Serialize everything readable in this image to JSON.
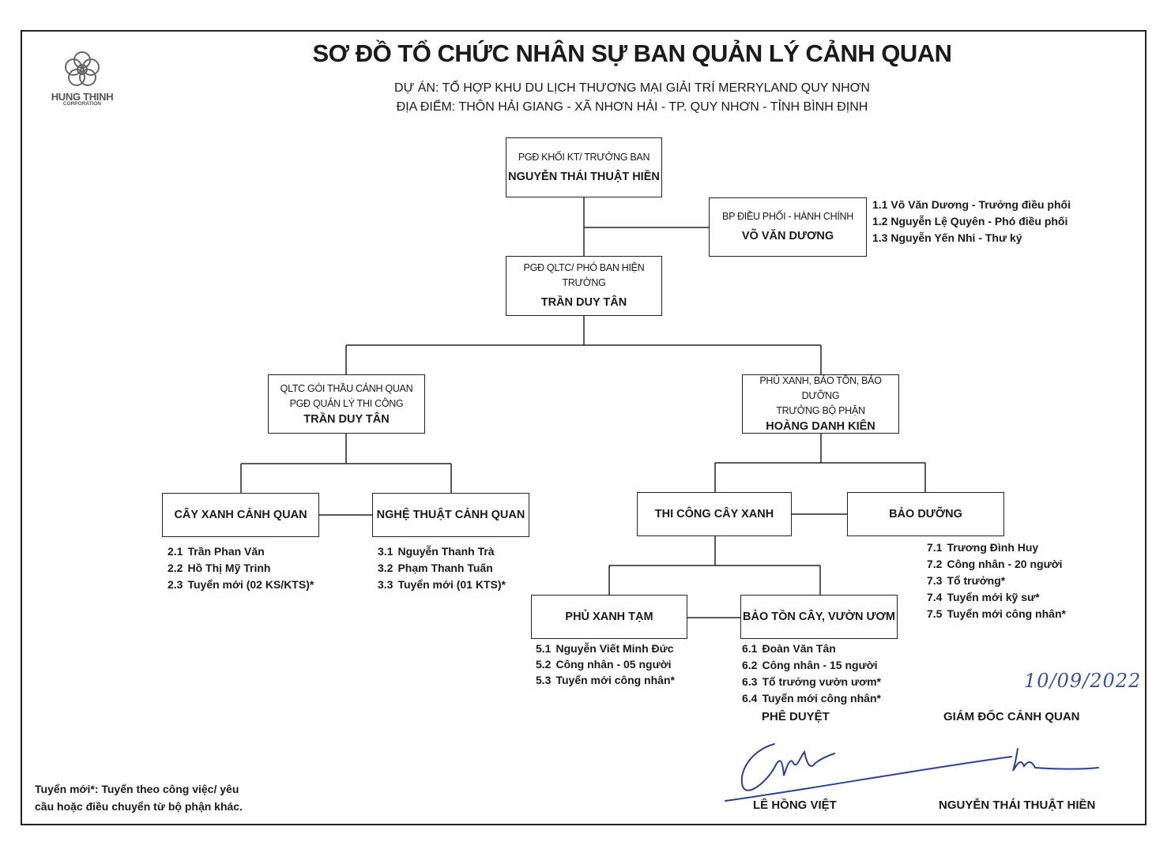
{
  "title": "SƠ ĐỒ TỔ CHỨC NHÂN SỰ BAN QUẢN LÝ CẢNH QUAN",
  "subtitle_project": "DỰ ÁN: TỔ HỢP KHU DU LỊCH THƯƠNG MẠI GIẢI TRÍ MERRYLAND QUY NHƠN",
  "subtitle_location": "ĐỊA ĐIỂM: THÔN HẢI GIANG - XÃ NHƠN HẢI - TP. QUY NHƠN - TỈNH BÌNH ĐỊNH",
  "logo": {
    "name": "HUNG THINH",
    "tagline": "CORPORATION"
  },
  "nodes": {
    "head": {
      "role": "PGĐ KHỐI KT/ TRƯỞNG BAN",
      "name": "NGUYỄN THÁI THUẬT HIỀN"
    },
    "coord": {
      "role": "BP ĐIỀU PHỐI - HÀNH CHÍNH",
      "name": "VÕ VĂN DƯƠNG"
    },
    "deputy": {
      "role": "PGĐ QLTC/ PHÓ BAN HIỆN TRƯỜNG",
      "name": "TRẦN DUY TÂN"
    },
    "landscape": {
      "role1": "QLTC GÓI THẦU CẢNH QUAN",
      "role2": "PGĐ QUẢN LÝ THI CÔNG",
      "name": "TRẦN DUY TÂN"
    },
    "greening": {
      "role1": "PHỦ XANH, BẢO TỒN, BẢO DƯỠNG",
      "role2": "TRƯỞNG BỘ PHẬN",
      "name": "HOÀNG DANH KIÊN"
    },
    "trees": {
      "label": "CÂY XANH CẢNH QUAN"
    },
    "art": {
      "label": "NGHỆ THUẬT CẢNH QUAN"
    },
    "construct": {
      "label": "THI CÔNG CÂY XANH"
    },
    "maint": {
      "label": "BẢO DƯỠNG"
    },
    "temp": {
      "label": "PHỦ XANH TẠM"
    },
    "nursery": {
      "label": "BẢO TỒN CÂY, VƯỜN ƯƠM"
    }
  },
  "lists": {
    "coord": [
      {
        "num": "",
        "text": "1.1 Võ Văn Dương - Trưởng điều phối"
      },
      {
        "num": "",
        "text": "1.2 Nguyễn Lệ Quyên - Phó điều phối"
      },
      {
        "num": "",
        "text": "1.3 Nguyễn Yến Nhi - Thư ký"
      }
    ],
    "trees": [
      {
        "num": "2.1",
        "text": "Trần Phan Văn"
      },
      {
        "num": "2.2",
        "text": "Hồ Thị Mỹ Trinh"
      },
      {
        "num": "2.3",
        "text": "Tuyển mới (02 KS/KTS)*"
      }
    ],
    "art": [
      {
        "num": "3.1",
        "text": "Nguyễn Thanh Trà"
      },
      {
        "num": "3.2",
        "text": "Phạm Thanh Tuấn"
      },
      {
        "num": "3.3",
        "text": "Tuyển mới (01 KTS)*"
      }
    ],
    "temp": [
      {
        "num": "5.1",
        "text": "Nguyễn Viết Minh Đức"
      },
      {
        "num": "5.2",
        "text": "Công nhân - 05 người"
      },
      {
        "num": "5.3",
        "text": "Tuyển mới công nhân*"
      }
    ],
    "nursery": [
      {
        "num": "6.1",
        "text": "Đoàn Văn Tân"
      },
      {
        "num": "6.2",
        "text": "Công nhân - 15 người"
      },
      {
        "num": "6.3",
        "text": "Tổ trưởng vườn ươm*"
      },
      {
        "num": "6.4",
        "text": "Tuyển mới công nhân*"
      }
    ],
    "maint": [
      {
        "num": "7.1",
        "text": "Trương Đình Huy"
      },
      {
        "num": "7.2",
        "text": "Công nhân -  20 người"
      },
      {
        "num": "7.3",
        "text": "Tổ trưởng*"
      },
      {
        "num": "7.4",
        "text": "Tuyển mới kỹ sư*"
      },
      {
        "num": "7.5",
        "text": "Tuyển mới công nhân*"
      }
    ]
  },
  "signoff": {
    "approve_label": "PHÊ DUYỆT",
    "director_label": "GIÁM ĐỐC CẢNH QUAN",
    "approver_name": "LÊ HỒNG VIỆT",
    "director_name": "NGUYỄN THÁI THUẬT HIỀN",
    "date": "10/09/2022"
  },
  "note": {
    "line1": "Tuyển mới*: Tuyển theo công việc/ yêu",
    "line2": "cầu hoặc điều chuyển từ bộ phận khác."
  }
}
